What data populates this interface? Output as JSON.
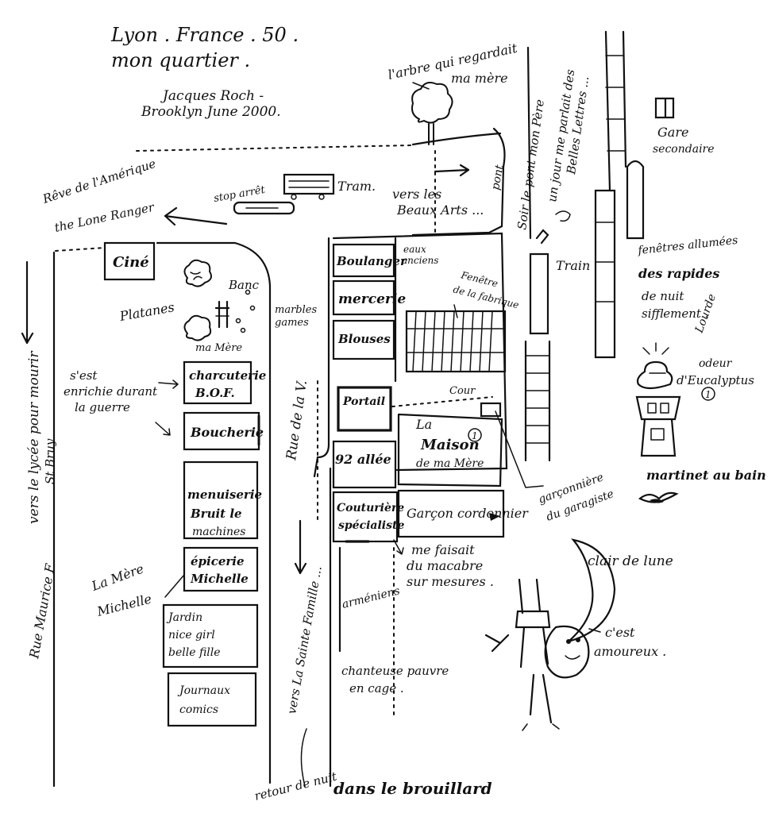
{
  "title": {
    "line1": "Lyon . France . 50 .",
    "line2": "mon quartier ."
  },
  "author": {
    "name": "Jacques Roch -",
    "place_date": "Brooklyn June 2000."
  },
  "top": {
    "tree_label_1": "l'arbre qui regardait",
    "tree_label_2": "ma mère",
    "tram": "Tram.",
    "stop": "stop arrêt",
    "reve_1": "Rêve de l'Amérique",
    "reve_2": "the Lone Ranger",
    "vers_beaux_1": "vers les",
    "vers_beaux_2": "Beaux Arts ...",
    "pont": "pont",
    "soir_pont": "Soir le pont mon Père",
    "un_jour_1": "un jour me parlait des",
    "un_jour_2": "Belles Lettres ...",
    "gare_1": "Gare",
    "gare_2": "secondaire"
  },
  "left": {
    "cine": "Ciné",
    "platanes": "Platanes",
    "banc": "Banc",
    "ma_mere": "ma Mère",
    "marbles_1": "marbles",
    "marbles_2": "games",
    "enrichi_1": "s'est",
    "enrichi_2": "enrichie durant",
    "enrichi_3": "la guerre",
    "vers_lycee": "vers le lycée pour mourir",
    "vers_lycee_2": "St Bruy",
    "rue_maurice": "Rue Maurice F.",
    "mere_michelle_1": "La Mère",
    "mere_michelle_2": "Michelle"
  },
  "shops_left": [
    {
      "line1": "charcuterie",
      "line2": "B.O.F."
    },
    {
      "line1": "Boucherie",
      "line2": ""
    },
    {
      "line1": "menuiserie",
      "line2": "Bruit le",
      "line3": "machines"
    },
    {
      "line1": "épicerie",
      "line2": "Michelle"
    },
    {
      "line1": "Jardin",
      "line2": "nice girl",
      "line3": "belle fille"
    },
    {
      "line1": "Journaux",
      "line2": "comics"
    }
  ],
  "street": {
    "rue_v": "Rue de la V.",
    "vers_sainte": "vers La Sainte Famille ...",
    "retour": "retour de nuit",
    "brouillard": "dans le brouillard"
  },
  "shops_right": {
    "boulanger": "Boulanger",
    "eaux_1": "eaux",
    "eaux_2": "anciens",
    "mercerie": "mercerie",
    "fenetre_1": "Fenêtre",
    "fenetre_2": "de la fabrique",
    "blouses": "Blouses",
    "portail": "Portail",
    "cour": "Cour",
    "maison_1": "La",
    "maison_2": "Maison",
    "maison_3": "de ma Mère",
    "maison_num": "1",
    "allee": "92 allée",
    "couturiere_1": "Couturière",
    "couturiere_2": "spécialiste",
    "garcon": "Garçon cordonnier",
    "me_faisait_1": "me faisait",
    "me_faisait_2": "du macabre",
    "me_faisait_3": "sur mesures .",
    "armeniens": "arméniens",
    "chanteuse_1": "chanteuse pauvre",
    "chanteuse_2": "en cage ."
  },
  "right": {
    "garconniere_1": "garçonnière",
    "garconniere_2": "du garagiste",
    "train": "Train",
    "fenetres_1": "fenêtres allumées",
    "fenetres_2": "des rapides",
    "fenetres_3": "de nuit",
    "fenetres_4": "sifflement .",
    "odeur_1": "Lourde",
    "odeur_2": "odeur",
    "odeur_3": "d'Eucalyptus",
    "odeur_num": "1",
    "martinet": "martinet au bain",
    "clair_de_lune": "clair de lune",
    "amoureux_1": "c'est",
    "amoureux_2": "amoureux ."
  }
}
